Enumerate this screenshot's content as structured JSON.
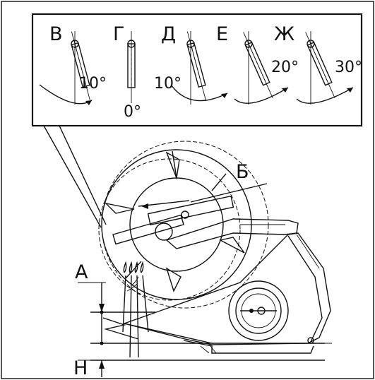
{
  "inset": {
    "positions": [
      {
        "letter": "В",
        "angle_label": "10°",
        "tilt_deg": -15
      },
      {
        "letter": "Г",
        "angle_label": "0°",
        "tilt_deg": 0
      },
      {
        "letter": "Д",
        "angle_label": "10°",
        "tilt_deg": -15
      },
      {
        "letter": "Е",
        "angle_label": "20°",
        "tilt_deg": -24
      },
      {
        "letter": "Ж",
        "angle_label": "30°",
        "tilt_deg": -24
      }
    ]
  },
  "labels": {
    "b": "Б",
    "a": "А",
    "h": "Н"
  },
  "colors": {
    "ink": "#111111",
    "background": "#ffffff"
  }
}
